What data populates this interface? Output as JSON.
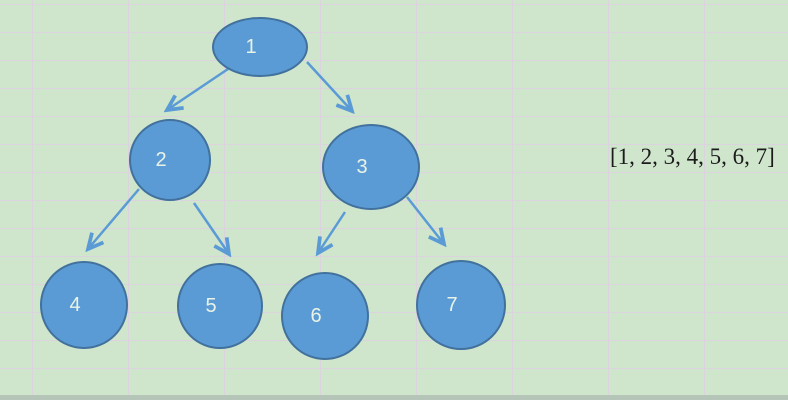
{
  "canvas": {
    "background_color": "#cfe6cd",
    "gridline_color": "#dbd3dd",
    "bottom_band_color": "#b5c5b8"
  },
  "colors": {
    "node_fill": "#5b9bd5",
    "node_border": "#41719c",
    "arrow": "#5b9bd5",
    "node_text": "#e9f3e6",
    "array_text": "#1c1c1c"
  },
  "tree": {
    "type": "binary-tree",
    "nodes": [
      {
        "id": 1,
        "label": "1"
      },
      {
        "id": 2,
        "label": "2"
      },
      {
        "id": 3,
        "label": "3"
      },
      {
        "id": 4,
        "label": "4"
      },
      {
        "id": 5,
        "label": "5"
      },
      {
        "id": 6,
        "label": "6"
      },
      {
        "id": 7,
        "label": "7"
      }
    ],
    "edges": [
      {
        "from": 1,
        "to": 2
      },
      {
        "from": 1,
        "to": 3
      },
      {
        "from": 2,
        "to": 4
      },
      {
        "from": 2,
        "to": 5
      },
      {
        "from": 3,
        "to": 6
      },
      {
        "from": 3,
        "to": 7
      }
    ]
  },
  "annotation": {
    "array_text": "[1, 2, 3, 4, 5, 6, 7]"
  }
}
